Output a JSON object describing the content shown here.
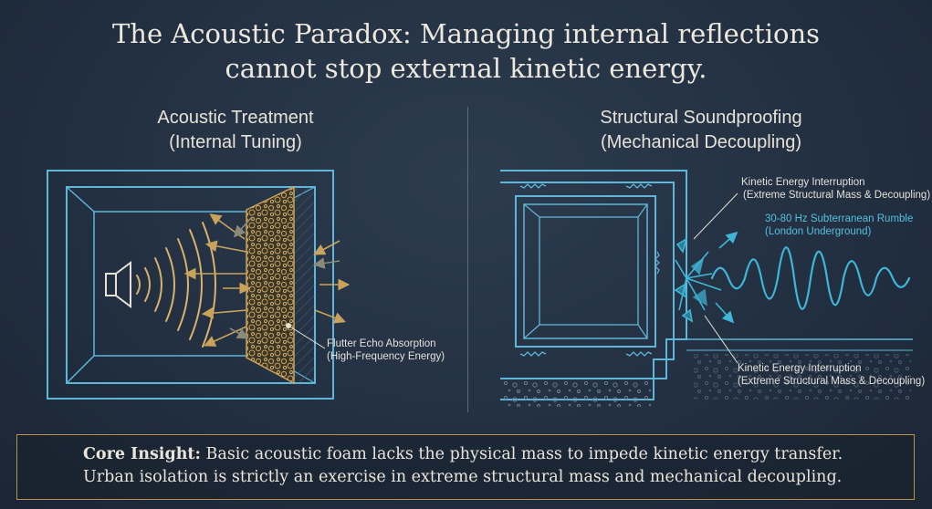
{
  "title": {
    "line1": "The Acoustic Paradox: Managing internal reflections",
    "line2": "cannot stop external kinetic energy."
  },
  "left_panel": {
    "heading_line1": "Acoustic Treatment",
    "heading_line2": "(Internal Tuning)",
    "callout_line1": "Flutter Echo Absorption",
    "callout_line2": "(High-Frequency Energy)"
  },
  "right_panel": {
    "heading_line1": "Structural Soundproofing",
    "heading_line2": "(Mechanical Decoupling)",
    "callout_top_line1": "Kinetic Energy Interruption",
    "callout_top_line2": "(Extreme Structural Mass & Decoupling)",
    "wave_label_line1": "30-80 Hz Subterranean Rumble",
    "wave_label_line2": "(London Underground)",
    "callout_bottom_line1": "Kinetic Energy Interruption",
    "callout_bottom_line2": "(Extreme Structural Mass & Decoupling)"
  },
  "insight": {
    "label": "Core Insight:",
    "line1": " Basic acoustic foam lacks the physical mass to impede kinetic energy transfer.",
    "line2": "Urban isolation is strictly an exercise in extreme structural mass and mechanical decoupling."
  },
  "colors": {
    "line_blue": "#5fb6d8",
    "wave_cyan": "#3fb6d6",
    "foam_gold": "#c9a35c",
    "border_gold": "#b98f4b"
  },
  "icons": [
    "speaker-icon",
    "sound-wave-icon",
    "spring-icon",
    "impact-burst-icon"
  ]
}
